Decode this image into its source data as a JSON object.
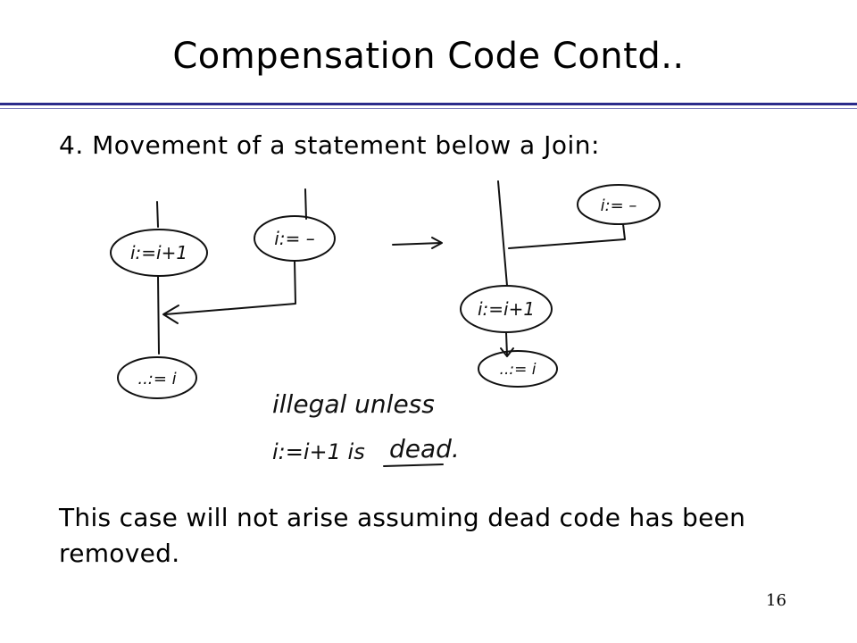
{
  "slide": {
    "title": "Compensation Code Contd..",
    "heading": "4. Movement of a statement below a Join:",
    "note": "This case will not arise assuming dead code has been removed.",
    "page_number": "16"
  },
  "diagram": {
    "before": {
      "left_node": "i:=i+1",
      "right_node": "i:= –",
      "bottom_node": "..:= i"
    },
    "after": {
      "top_right_node": "i:= –",
      "middle_node": "i:=i+1",
      "bottom_node": "..:= i"
    },
    "annotation": {
      "line1": "illegal unless",
      "line2_prefix": "i:=i+1 is",
      "line2_emph": "dead."
    }
  }
}
